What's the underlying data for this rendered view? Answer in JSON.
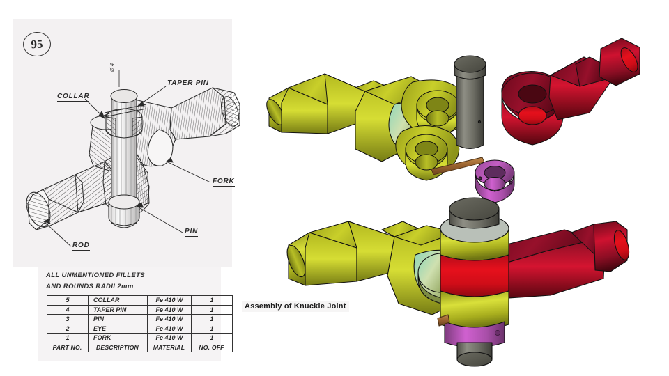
{
  "sheet": {
    "figure_number": "95",
    "dimension_note": "Ø 4",
    "labels": [
      {
        "text": "COLLAR",
        "name": "label-collar"
      },
      {
        "text": "TAPER PIN",
        "name": "label-taper-pin"
      },
      {
        "text": "FORK",
        "name": "label-fork"
      },
      {
        "text": "PIN",
        "name": "label-pin"
      },
      {
        "text": "ROD",
        "name": "label-rod"
      }
    ],
    "notes": {
      "line1": "ALL UNMENTIONED FILLETS",
      "line2": "AND ROUNDS RADII 2mm"
    },
    "bom": {
      "rows": [
        {
          "part_no": "5",
          "description": "COLLAR",
          "material": "Fe 410 W",
          "no_off": "1"
        },
        {
          "part_no": "4",
          "description": "TAPER PIN",
          "material": "Fe 410 W",
          "no_off": "1"
        },
        {
          "part_no": "3",
          "description": "PIN",
          "material": "Fe 410 W",
          "no_off": "1"
        },
        {
          "part_no": "2",
          "description": "EYE",
          "material": "Fe 410 W",
          "no_off": "1"
        },
        {
          "part_no": "1",
          "description": "FORK",
          "material": "Fe 410 W",
          "no_off": "1"
        }
      ],
      "headers": {
        "part_no": "PART NO.",
        "description": "DESCRIPTION",
        "material": "MATERIAL",
        "no_off": "NO. OFF"
      }
    }
  },
  "cad": {
    "caption": "Assembly of Knuckle Joint",
    "exploded_parts": [
      {
        "name": "fork",
        "color": "#b8b820"
      },
      {
        "name": "pin",
        "color": "#6b6b63"
      },
      {
        "name": "eye",
        "color": "#a5112c"
      },
      {
        "name": "taper-pin",
        "color": "#9c6b35"
      },
      {
        "name": "collar",
        "color": "#b555b5"
      }
    ],
    "assembly_parts": [
      {
        "name": "fork",
        "color": "#c8c820"
      },
      {
        "name": "eye",
        "color": "#cc0a18"
      },
      {
        "name": "pin",
        "color": "#6b6b63"
      },
      {
        "name": "collar",
        "color": "#c451c4"
      },
      {
        "name": "taper-pin",
        "color": "#9c6b35"
      }
    ]
  },
  "colors": {
    "paper": "#f3f1f2",
    "ink": "#2b2b2b",
    "fork_yellow": "#c8c820",
    "eye_red": "#a5112c",
    "pin_grey": "#6b6b63",
    "collar_purple": "#b555b5",
    "taperpin_brown": "#9c6b35"
  }
}
